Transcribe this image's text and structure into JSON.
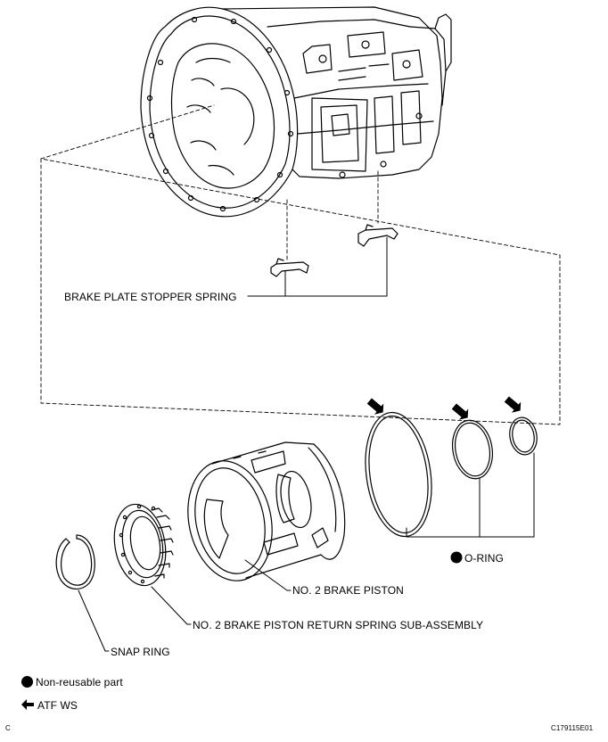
{
  "labels": {
    "brake_plate_stopper_spring": "BRAKE PLATE STOPPER SPRING",
    "o_ring": "O-RING",
    "no2_brake_piston": "NO. 2 BRAKE PISTON",
    "return_spring": "NO. 2 BRAKE PISTON RETURN SPRING SUB-ASSEMBLY",
    "snap_ring": "SNAP RING"
  },
  "legend": {
    "non_reusable": "Non-reusable part",
    "atf_ws": "ATF WS"
  },
  "corner": {
    "left": "C",
    "right": "C179115E01"
  }
}
